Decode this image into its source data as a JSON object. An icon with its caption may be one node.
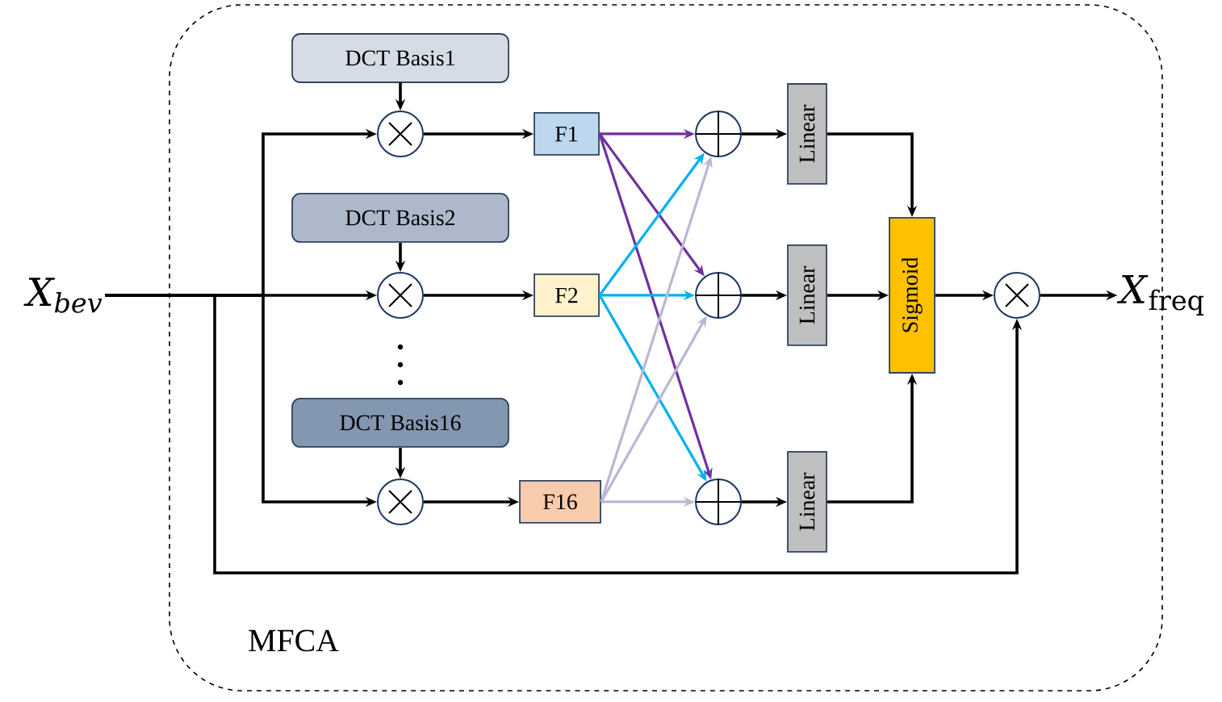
{
  "diagram": {
    "nodes": [
      {
        "text": [
          "MFCA"
        ]
      },
      {
        "text": [
          "X$_{bev}$"
        ]
      },
      {
        "text": [
          "DCT Basis1"
        ],
        "in": 0
      },
      {
        "text": [],
        "shape": "circle",
        "in": 0
      },
      {
        "text": [
          "F1"
        ],
        "in": 0
      },
      {
        "text": [
          "DCT Basis2"
        ],
        "in": 0
      },
      {
        "text": [],
        "shape": "circle",
        "in": 0
      },
      {
        "text": [
          "F2"
        ],
        "in": 0
      },
      {
        "text": [
          "DCT Basis16"
        ],
        "in": 0
      },
      {
        "text": [],
        "shape": "circle",
        "in": 0
      },
      {
        "text": [
          "F16"
        ],
        "in": 0
      },
      {
        "text": [],
        "shape": "circle",
        "in": 0
      },
      {
        "text": [],
        "shape": "circle",
        "in": 0
      },
      {
        "text": [],
        "shape": "circle",
        "in": 0
      },
      {
        "text": [
          "Linear"
        ],
        "in": 0
      },
      {
        "text": [
          "Linear"
        ],
        "in": 0
      },
      {
        "text": [
          "Linear"
        ],
        "in": 0
      },
      {
        "text": [
          "Sigmoid"
        ],
        "in": 0
      },
      {
        "text": [],
        "shape": "circle",
        "in": 0
      },
      {
        "text": [
          "*X*$_{freq}$"
        ]
      }
    ],
    "edges": [
      {
        "from": 1,
        "to": 6,
        "arrow": "to"
      },
      {
        "from": 1,
        "to": 3,
        "arrow": "to"
      },
      {
        "from": 1,
        "to": 9,
        "arrow": "to"
      },
      {
        "from": 1,
        "to": 18,
        "arrow": "to"
      },
      {
        "from": 2,
        "to": 3,
        "arrow": "to"
      },
      {
        "from": 5,
        "to": 6,
        "arrow": "to"
      },
      {
        "from": 8,
        "to": 9,
        "arrow": "to"
      },
      {
        "from": 3,
        "to": 4,
        "arrow": "to"
      },
      {
        "from": 6,
        "to": 7,
        "arrow": "to"
      },
      {
        "from": 9,
        "to": 10,
        "arrow": "to"
      },
      {
        "from": 4,
        "to": 11,
        "arrow": "to",
        "color": "#7030a0"
      },
      {
        "from": 4,
        "to": 12,
        "arrow": "to",
        "color": "#7030a0"
      },
      {
        "from": 4,
        "to": 13,
        "arrow": "to",
        "color": "#7030a0"
      },
      {
        "from": 7,
        "to": 11,
        "arrow": "to",
        "color": "#00b0f0"
      },
      {
        "from": 7,
        "to": 12,
        "arrow": "to",
        "color": "#00b0f0"
      },
      {
        "from": 7,
        "to": 13,
        "arrow": "to",
        "color": "#00b0f0"
      },
      {
        "from": 10,
        "to": 11,
        "arrow": "to",
        "color": "#bcb6d4"
      },
      {
        "from": 10,
        "to": 12,
        "arrow": "to",
        "color": "#bcb6d4"
      },
      {
        "from": 10,
        "to": 13,
        "arrow": "to",
        "color": "#bcb6d4"
      },
      {
        "from": 11,
        "to": 14,
        "arrow": "to"
      },
      {
        "from": 12,
        "to": 15,
        "arrow": "to"
      },
      {
        "from": 13,
        "to": 16,
        "arrow": "to"
      },
      {
        "from": 14,
        "to": 17,
        "arrow": "to"
      },
      {
        "from": 15,
        "to": 17,
        "arrow": "to"
      },
      {
        "from": 16,
        "to": 17,
        "arrow": "to"
      },
      {
        "from": 17,
        "to": 18,
        "arrow": "to"
      },
      {
        "from": 18,
        "to": 19,
        "arrow": "to"
      }
    ]
  }
}
